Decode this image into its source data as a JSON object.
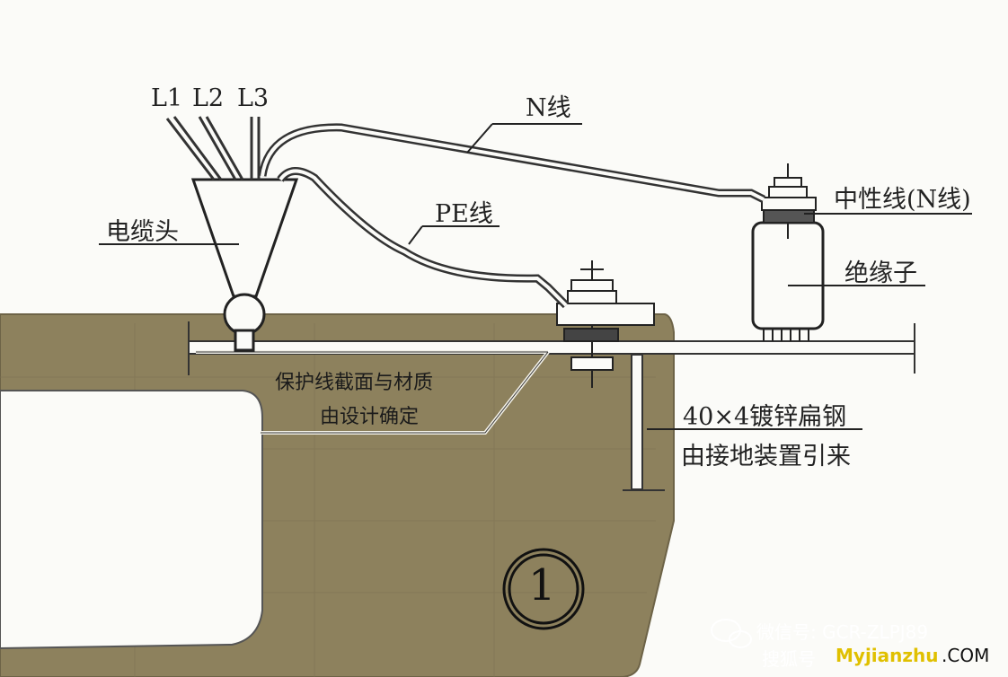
{
  "labels": {
    "phase1": "L1",
    "phase2": "L2",
    "phase3": "L3",
    "n_wire": "N线",
    "pe_wire": "PE线",
    "cable_head": "电缆头",
    "neutral_line": "中性线(N线)",
    "insulator": "绝缘子",
    "protection_note_line1": "保护线截面与材质",
    "protection_note_line2": "由设计确定",
    "steel_spec": "40×4镀锌扁钢",
    "steel_source": "由接地装置引来",
    "circle_number": "1"
  },
  "watermark": {
    "wechat": "微信号: GCR-ZLPJ89",
    "sohu_prefix": "搜狐号",
    "site": "Myjianzhu",
    "site_suffix": ".COM"
  },
  "colors": {
    "panel": "#8d815d",
    "panel_dark": "#7a6f4f",
    "wire": "#3c3c3c",
    "background": "#fbfbf8",
    "site_text": "#e0c000"
  }
}
